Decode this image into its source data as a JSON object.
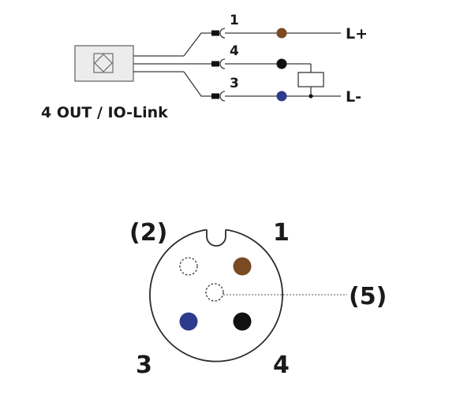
{
  "sensor": {
    "caption": "4 OUT / IO-Link",
    "pins": [
      {
        "number": "1",
        "color": "#7a4a22",
        "rail": "L+"
      },
      {
        "number": "4",
        "color": "#111111",
        "rail": ""
      },
      {
        "number": "3",
        "color": "#2e3a8c",
        "rail": "L-"
      }
    ]
  },
  "connector": {
    "labels": {
      "pin1": "1",
      "pin2": "(2)",
      "pin3": "3",
      "pin4": "4",
      "pin5": "(5)"
    },
    "colors": {
      "pin1": "#7a4a22",
      "pin3": "#2e3a8c",
      "pin4": "#111111"
    }
  }
}
